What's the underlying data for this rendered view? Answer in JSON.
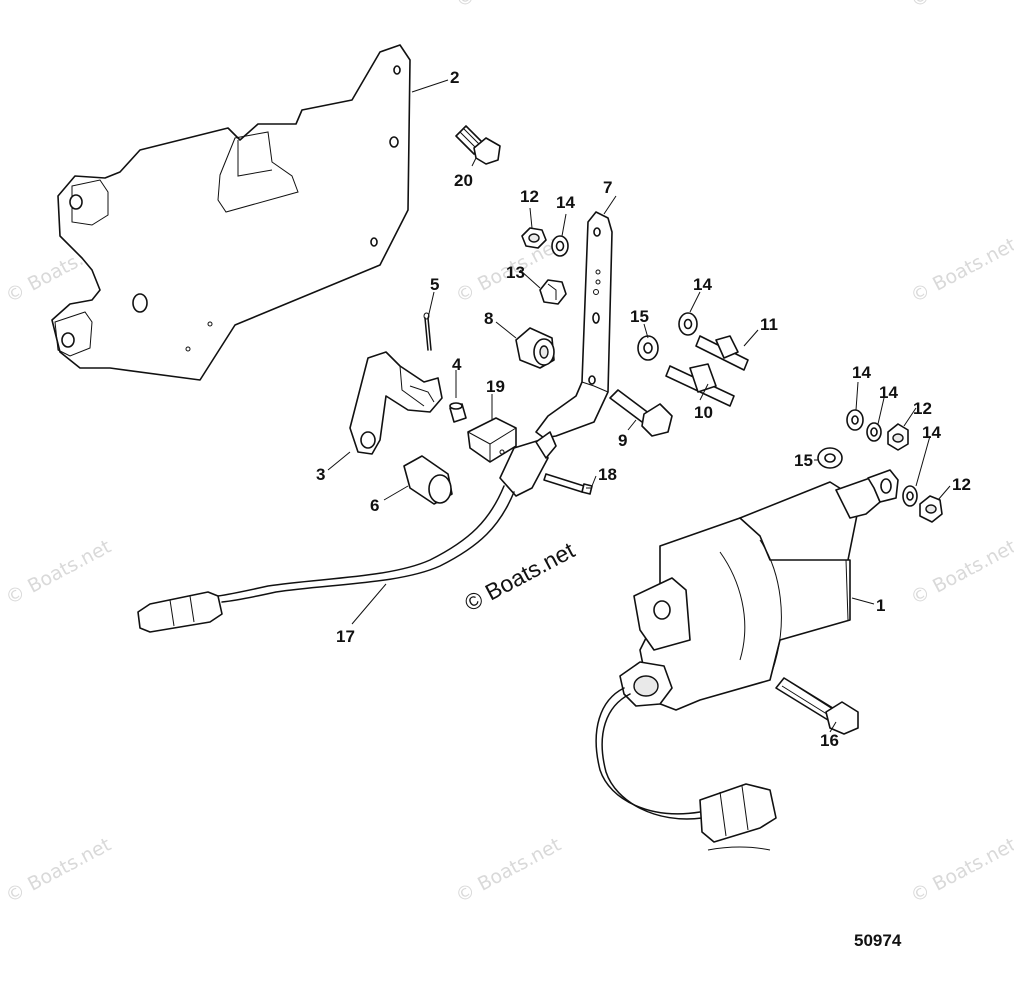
{
  "watermark": "© Boats.net",
  "figure_number": "50974",
  "callouts": {
    "c1": "1",
    "c2": "2",
    "c3": "3",
    "c4": "4",
    "c5": "5",
    "c6": "6",
    "c7": "7",
    "c8": "8",
    "c9": "9",
    "c10": "10",
    "c11": "11",
    "c12a": "12",
    "c12b": "12",
    "c12c": "12",
    "c13": "13",
    "c14a": "14",
    "c14b": "14",
    "c14c": "14",
    "c14d": "14",
    "c14e": "14",
    "c15a": "15",
    "c15b": "15",
    "c16": "16",
    "c17": "17",
    "c18": "18",
    "c19": "19",
    "c20": "20"
  }
}
